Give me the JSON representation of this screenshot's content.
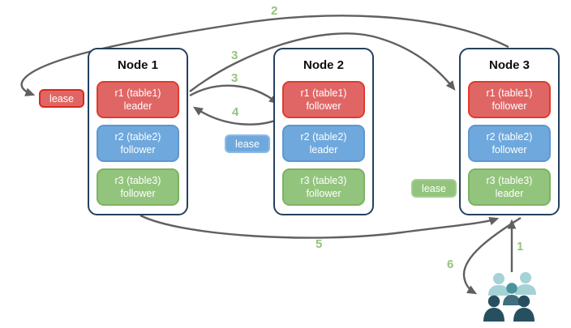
{
  "nodes": [
    {
      "title": "Node 1",
      "replicas": [
        {
          "name": "r1 (table1)",
          "role": "leader",
          "color": "red"
        },
        {
          "name": "r2 (table2)",
          "role": "follower",
          "color": "blue"
        },
        {
          "name": "r3 (table3)",
          "role": "follower",
          "color": "green"
        }
      ]
    },
    {
      "title": "Node 2",
      "replicas": [
        {
          "name": "r1 (table1)",
          "role": "follower",
          "color": "red"
        },
        {
          "name": "r2 (table2)",
          "role": "leader",
          "color": "blue"
        },
        {
          "name": "r3 (table3)",
          "role": "follower",
          "color": "green"
        }
      ]
    },
    {
      "title": "Node 3",
      "replicas": [
        {
          "name": "r1 (table1)",
          "role": "follower",
          "color": "red"
        },
        {
          "name": "r2 (table2)",
          "role": "follower",
          "color": "blue"
        },
        {
          "name": "r3 (table3)",
          "role": "leader",
          "color": "green"
        }
      ]
    }
  ],
  "leases": [
    {
      "label": "lease",
      "color": "red"
    },
    {
      "label": "lease",
      "color": "blue"
    },
    {
      "label": "lease",
      "color": "green"
    }
  ],
  "arrows": {
    "a1": "1",
    "a2": "2",
    "a3_long": "3",
    "a3_short": "3",
    "a4": "4",
    "a5": "5",
    "a6": "6"
  },
  "icons": {
    "users": "users-group-icon"
  },
  "colors": {
    "red_fill": "#e06666",
    "red_border": "#e23a2b",
    "blue_fill": "#6fa8dc",
    "blue_border": "#5e98cf",
    "green_fill": "#93c47d",
    "green_border": "#7cb261",
    "node_border": "#24415f",
    "arrow_stroke": "#606060",
    "number_label": "#93c47d",
    "users_light": "#a5d2d5",
    "users_mid": "#4a939b",
    "users_dark": "#265060"
  }
}
